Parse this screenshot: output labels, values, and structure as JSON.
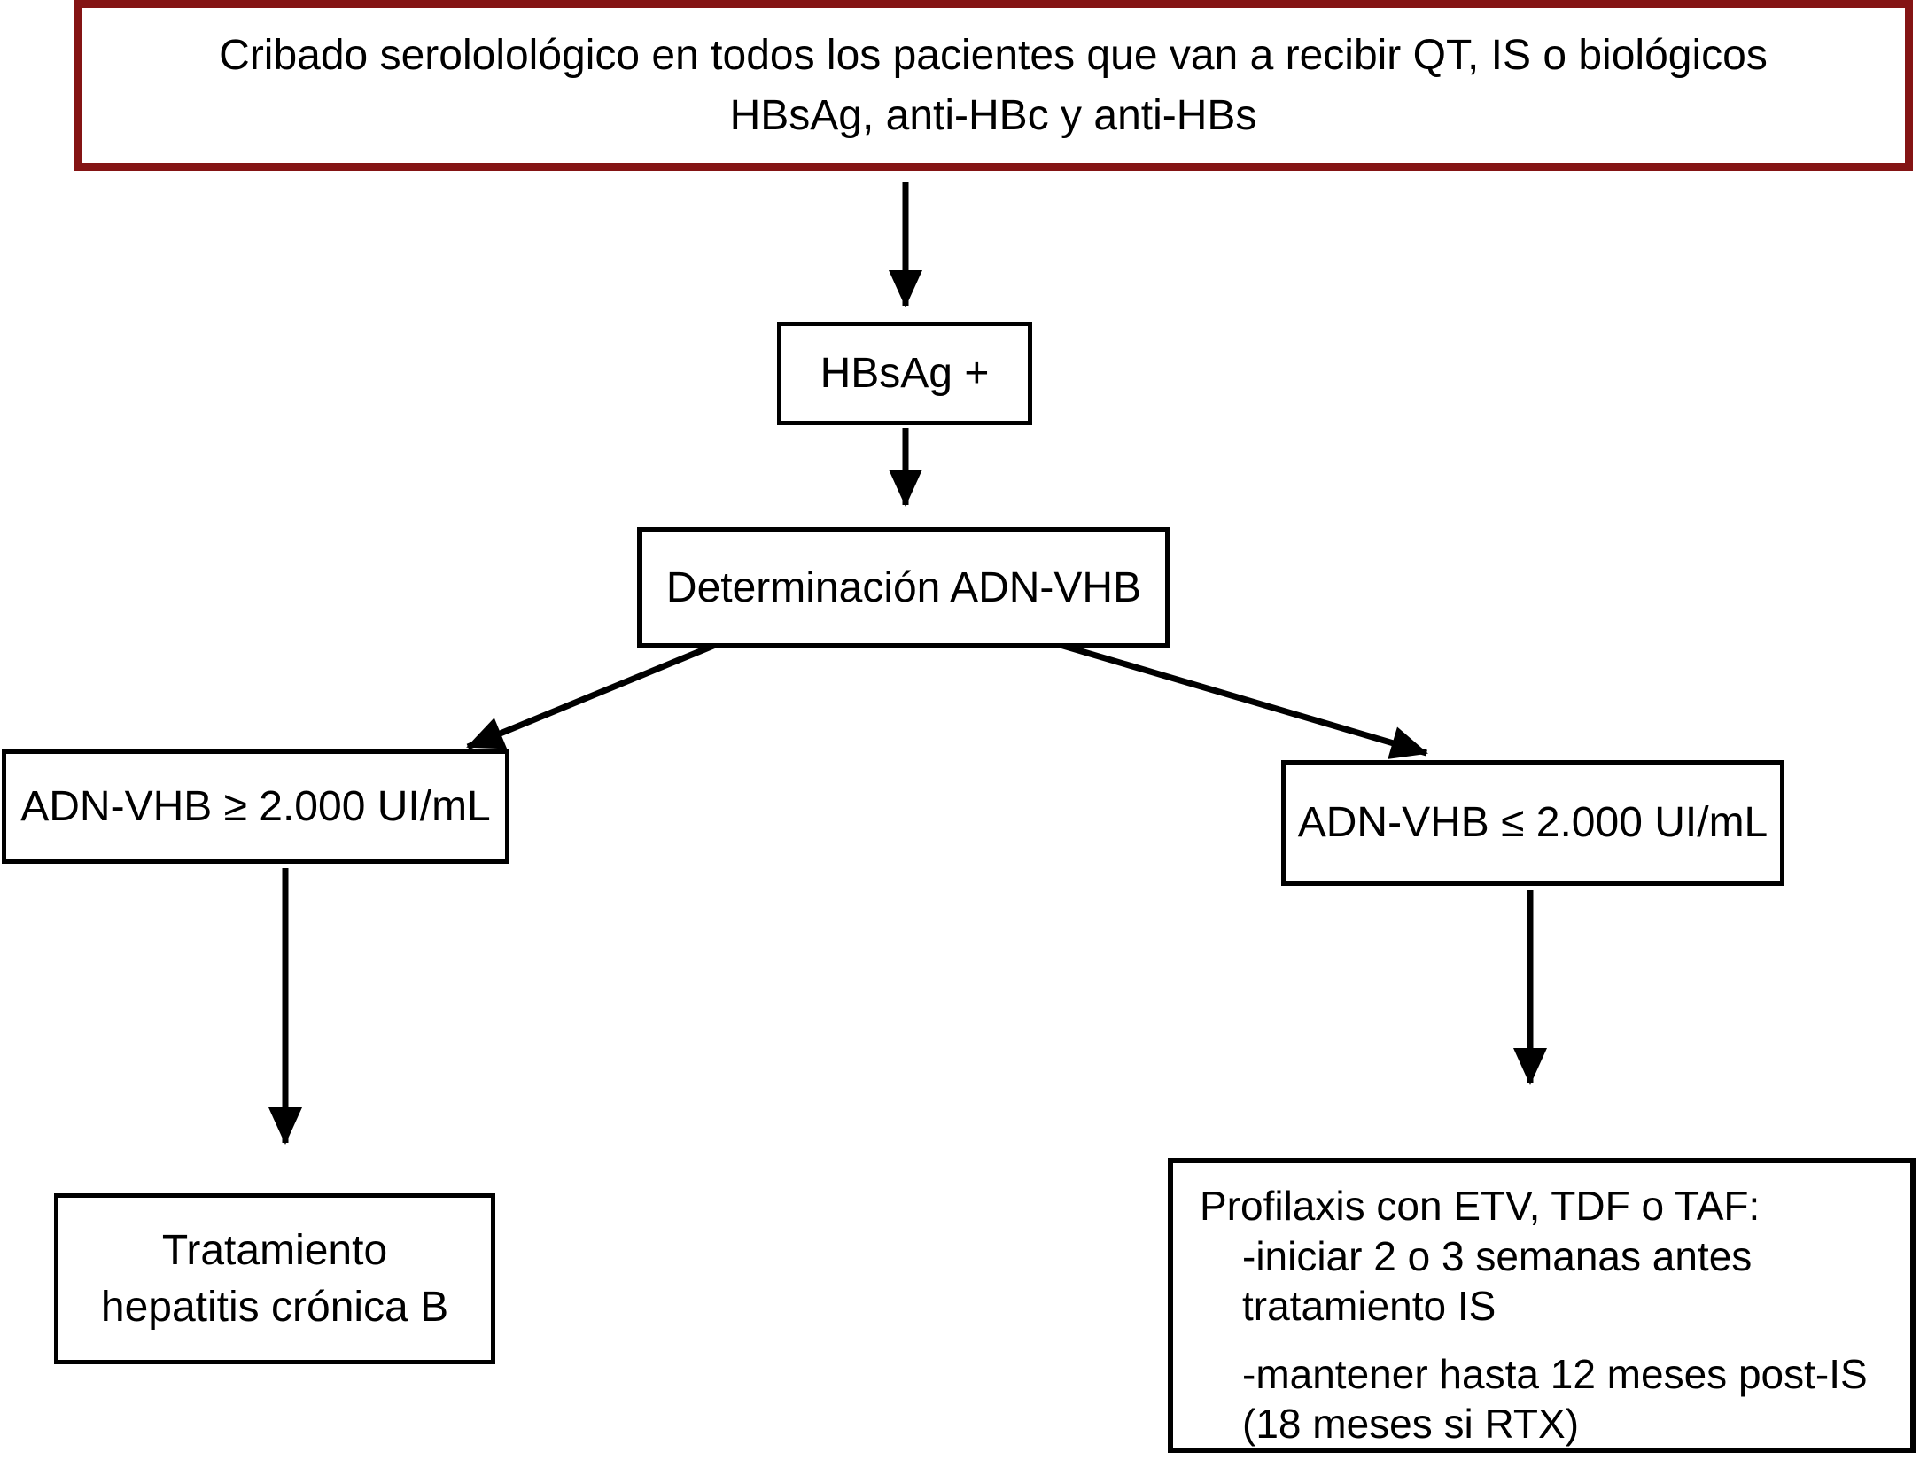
{
  "diagram": {
    "type": "flowchart",
    "language": "es",
    "colors": {
      "background": "#ffffff",
      "screening_box_border": "#841414",
      "node_border": "#000000",
      "text": "#000000",
      "arrow": "#000000"
    },
    "nodes": {
      "screening": {
        "line1": "Cribado serololológico en todos los pacientes que van a recibir QT, IS o biológicos",
        "line2": "HBsAg, anti-HBc y anti-HBs"
      },
      "hbsag_positive": {
        "label": "HBsAg +"
      },
      "dna_determination": {
        "label": "Determinación ADN-VHB"
      },
      "dna_high": {
        "label": "ADN-VHB ≥ 2.000 UI/mL"
      },
      "dna_low": {
        "label": "ADN-VHB ≤ 2.000 UI/mL"
      },
      "chronic_treatment": {
        "line1": "Tratamiento",
        "line2": "hepatitis crónica B"
      },
      "prophylaxis": {
        "title": "Profilaxis con ETV, TDF o TAF:",
        "item1_line1": "-iniciar 2 o 3 semanas antes",
        "item1_line2": "tratamiento IS",
        "item2_line1": "-mantener hasta 12 meses post-IS",
        "item2_line2": "(18 meses si RTX)"
      }
    },
    "edges": [
      {
        "from": "screening",
        "to": "hbsag_positive"
      },
      {
        "from": "hbsag_positive",
        "to": "dna_determination"
      },
      {
        "from": "dna_determination",
        "to": "dna_high"
      },
      {
        "from": "dna_determination",
        "to": "dna_low"
      },
      {
        "from": "dna_high",
        "to": "chronic_treatment"
      },
      {
        "from": "dna_low",
        "to": "prophylaxis"
      }
    ]
  }
}
